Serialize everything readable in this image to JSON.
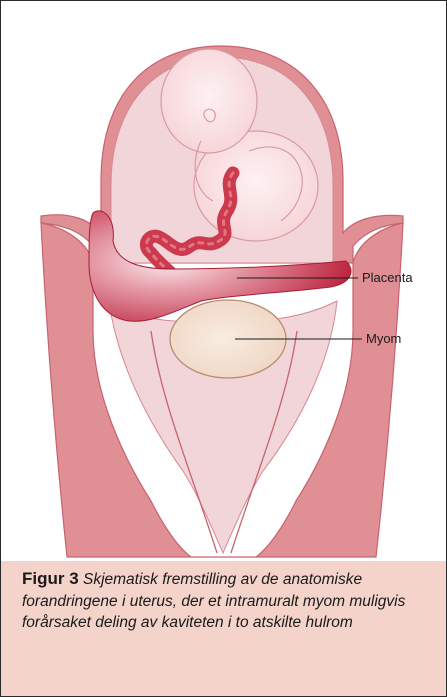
{
  "labels": {
    "placenta": "Placenta",
    "myom": "Myom"
  },
  "caption": {
    "label": "Figur 3",
    "text": "Skjematisk fremstilling av de anatomiske forandringene i uterus, der et intramuralt myom muligvis forårsaket deling av kaviteten i to atskilte hulrom"
  },
  "colors": {
    "uterine_wall": "#e08f95",
    "uterine_wall_dark": "#c6646f",
    "cavity": "#f2d5d8",
    "fetus": "#fbe3e5",
    "placenta": "#be2640",
    "umbilical_cord": "#cc3a4e",
    "myoma": "#f2dccb",
    "caption_background": "#f4d3cb"
  }
}
